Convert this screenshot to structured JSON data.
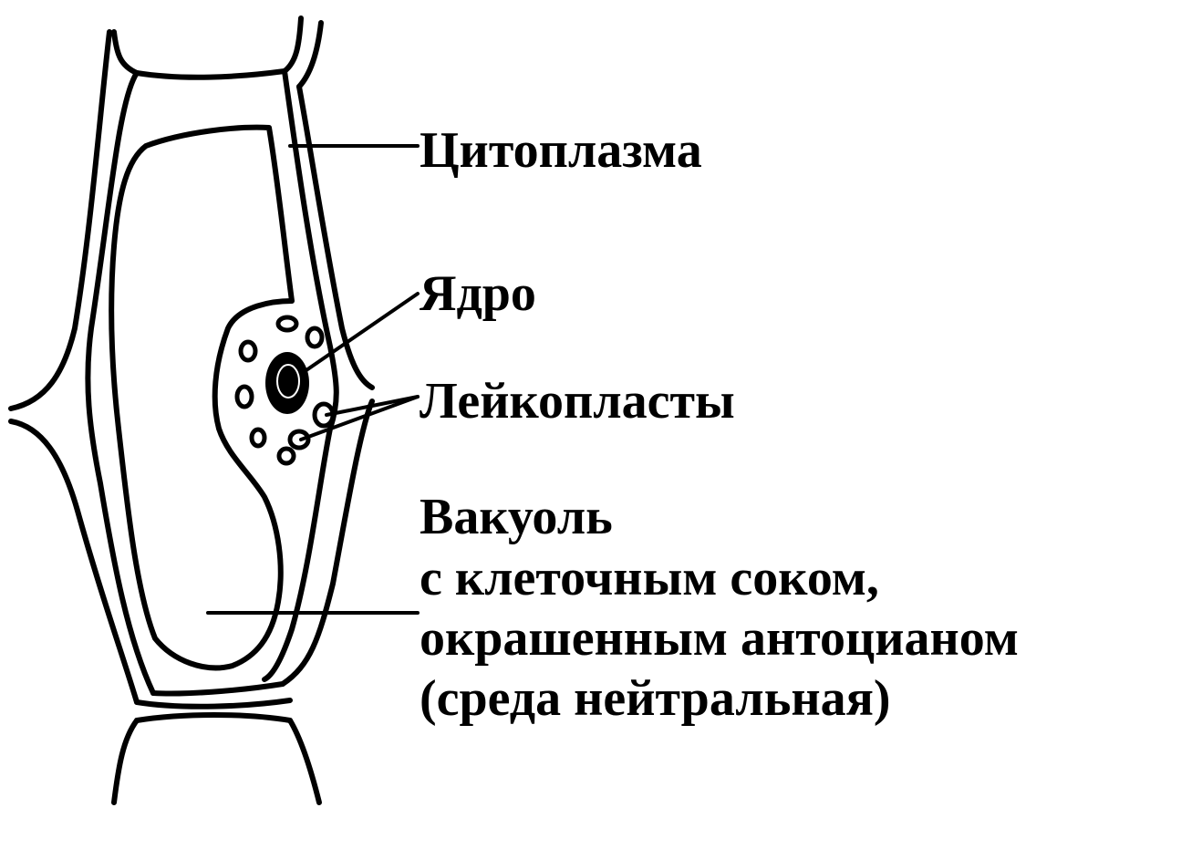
{
  "labels": {
    "cytoplasm": "Цитоплазма",
    "nucleus": "Ядро",
    "leucoplasts": "Лейкопласты",
    "vacuole_line1": "Вакуоль",
    "vacuole_line2": "с клеточным соком,",
    "vacuole_line3": "окрашенным антоцианом",
    "vacuole_line4": "(среда нейтральная)"
  },
  "colors": {
    "ink": "#000000",
    "background": "#ffffff"
  }
}
